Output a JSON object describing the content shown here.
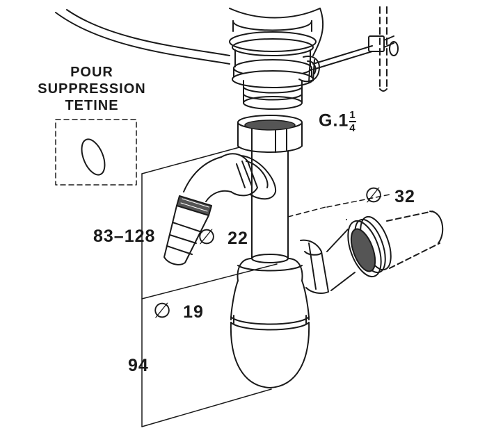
{
  "note": {
    "line1": "POUR",
    "line2": "SUPPRESSION",
    "line3": "TETINE"
  },
  "thread_label": {
    "prefix": "G.1",
    "numerator": "1",
    "denominator": "4"
  },
  "dimensions": {
    "outlet_diameter": "32",
    "hose_diameter": "22",
    "hose_length_range": "83–128",
    "seal_diameter": "19",
    "trap_height": "94"
  },
  "symbols": {
    "diameter": "∅"
  },
  "colors": {
    "line": "#1a1a1a",
    "ring_fill": "#555555",
    "background": "#ffffff"
  }
}
